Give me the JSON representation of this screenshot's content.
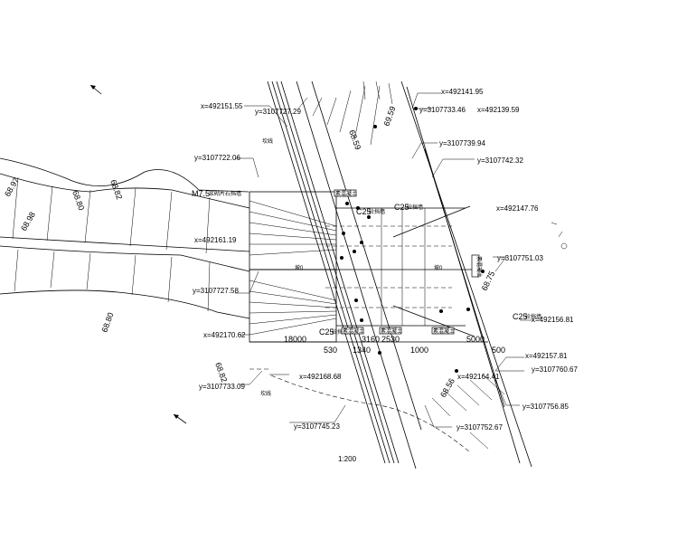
{
  "coords": {
    "x1": "x=492151.55",
    "y1": "y=3107727.29",
    "x2": "x=492141.95",
    "y2": "y=3107733.46",
    "x3": "x=492139.59",
    "y3": "y=3107739.94",
    "y4": "y=3107742.32",
    "y5": "y=3107722.06",
    "x6": "x=492147.76",
    "x7": "x=492161.19",
    "y7": "y=3107751.03",
    "y8": "y=3107727.58",
    "x9": "x=492156.81",
    "x10": "x=492170.62",
    "x11": "x=492157.81",
    "y11": "y=3107760.67",
    "x12": "x=492168.68",
    "x13": "x=492164.41",
    "y12": "y=3107733.09",
    "y13": "y=3107756.85",
    "y14": "y=3107745.23",
    "y15": "y=3107752.67"
  },
  "elevations": {
    "e1": "68.97",
    "e2": "68.80",
    "e3": "68.82",
    "e4": "68.98",
    "e5": "68.80",
    "e6": "68.82",
    "e7": "68.59",
    "e8": "69.59",
    "e9": "68.75",
    "e10": "68.56"
  },
  "dimensions": {
    "d1": "18000",
    "d2": "530",
    "d3": "1340",
    "d4": "3160",
    "d5": "2530",
    "d6": "1000",
    "d7": "5000",
    "d8": "500"
  },
  "materials": {
    "m75": "M7.5",
    "m75_note": "浆砌片石挡墙",
    "c25a": "C25",
    "c25a_note": "砼挡墙",
    "c25b": "C25",
    "c25b_note": "砼挡墙",
    "c25c": "C25",
    "c25c_note": "砼挡墙",
    "c25d": "C25",
    "c25d_note": "砼挡墙"
  },
  "labels": {
    "box1": "素混凝土",
    "box2": "素混凝土",
    "box3": "素混凝土",
    "box4": "素混凝土",
    "box_v": "素混凝土",
    "gradient_left": "坡0",
    "gradient_right": "坡0",
    "kan1": "坎线",
    "kan2": "坎线",
    "scale": "1:200"
  }
}
